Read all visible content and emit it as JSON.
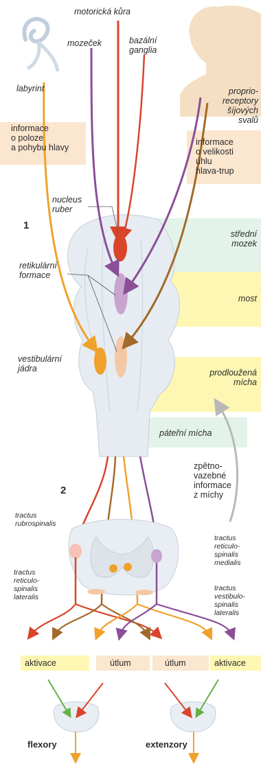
{
  "labels": {
    "motor_cortex": "motorická kůra",
    "cerebellum": "mozeček",
    "basal_ganglia": "bazální\nganglia",
    "labyrinth": "labyrint",
    "proprioceptors": "proprio-\nreceptory\nšíjových\nsvalů",
    "head_info": "informace\no poloze\na pohybu hlavy",
    "angle_info": "informace\no velikosti\núhlu\nhlava-trup",
    "nucleus_ruber": "nucleus\nruber",
    "section1": "1",
    "midbrain": "střední\nmozek",
    "reticular": "retikulární\nformace",
    "pons": "most",
    "vestibular": "vestibulární\njádra",
    "medulla": "prodloužená\nmícha",
    "spinal_cord": "páteřní mícha",
    "feedback": "zpětno-\nvazebné\ninformace\nz míchy",
    "section2": "2",
    "tr_rubro": "tractus\nrubrospinalis",
    "tr_ret_med": "tractus\nreticulo-\nspinalis\nmedialis",
    "tr_ret_lat": "tractus\nreticulo-\nspinalis\nlateralis",
    "tr_vest": "tractus\nvestibulo-\nspinalis\nlateralis",
    "activation": "aktivace",
    "inhibition": "útlum",
    "flexors": "flexory",
    "extensors": "extenzory"
  },
  "colors": {
    "red": "#d9442b",
    "purple": "#8a4f96",
    "orange": "#f0a12c",
    "brown": "#a36a2a",
    "yellow_zone": "#fdf7b3",
    "tan_zone": "#fbe6cf",
    "mint_zone": "#e3f3ea",
    "tissue": "#e6ecf2"
  }
}
